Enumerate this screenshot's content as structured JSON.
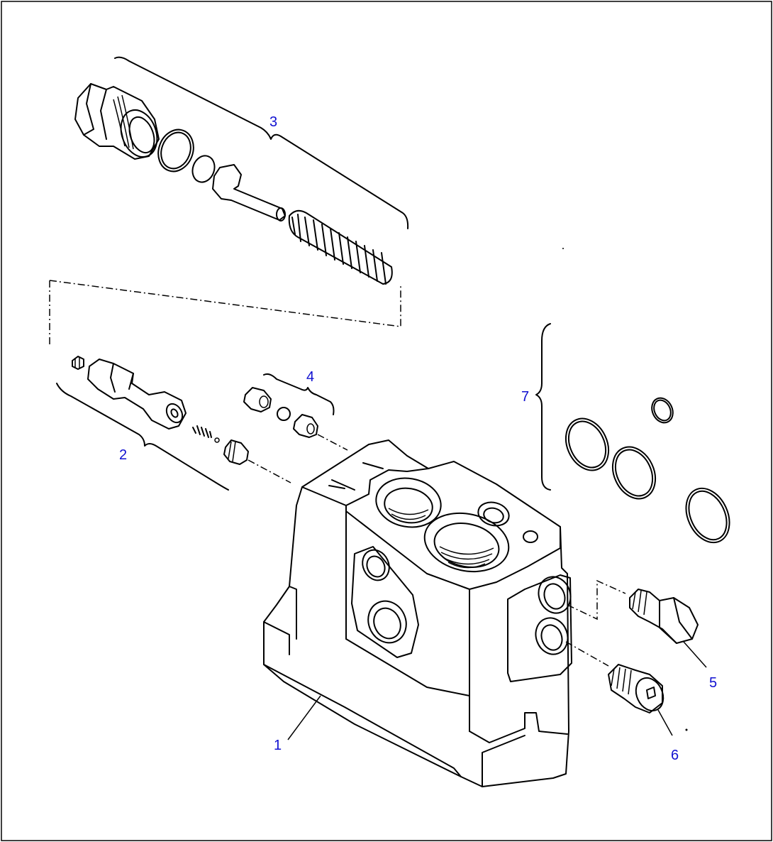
{
  "diagram": {
    "callouts": [
      {
        "id": "callout-1",
        "text": "1"
      },
      {
        "id": "callout-2",
        "text": "2"
      },
      {
        "id": "callout-3",
        "text": "3"
      },
      {
        "id": "callout-4",
        "text": "4"
      },
      {
        "id": "callout-5",
        "text": "5"
      },
      {
        "id": "callout-6",
        "text": "6"
      },
      {
        "id": "callout-7",
        "text": "7"
      }
    ],
    "colors": {
      "line": "#000000",
      "callout": "#1010d0",
      "background": "#ffffff"
    }
  }
}
